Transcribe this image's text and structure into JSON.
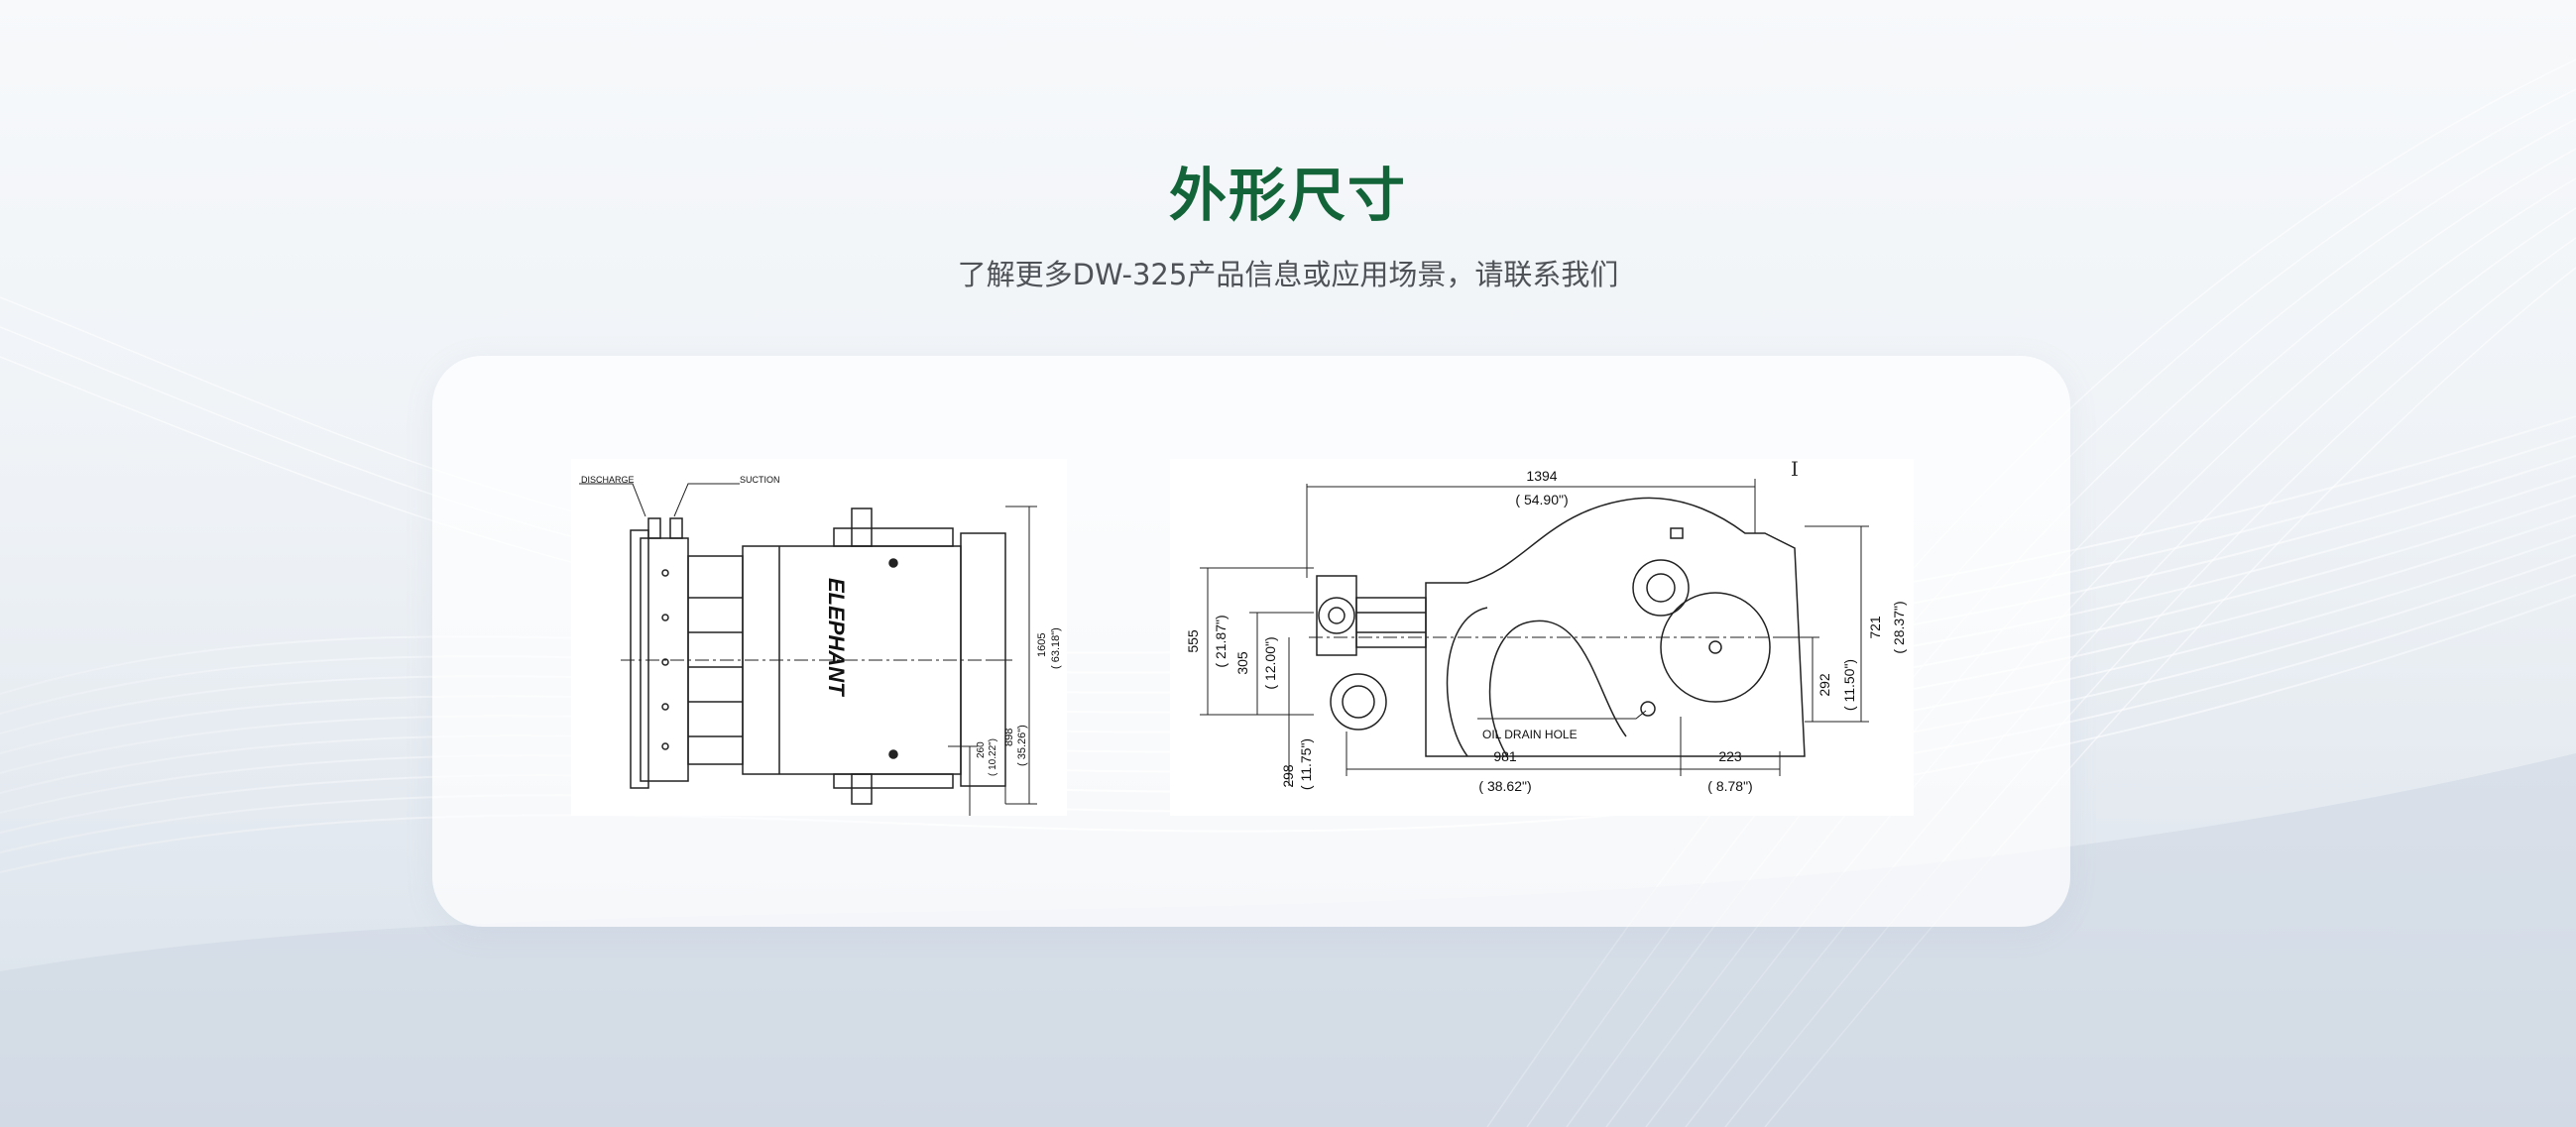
{
  "section": {
    "title": "外形尺寸",
    "subtitle": "了解更多DW-325产品信息或应用场景，请联系我们"
  },
  "colors": {
    "title": "#14643a",
    "subtitle": "#4f5358",
    "card_background": "#ffffff"
  },
  "drawings": {
    "side_view": {
      "labels": {
        "discharge": "DISCHARGE",
        "suction": "SUCTION",
        "brand": "ELEPHANT"
      },
      "dimensions": {
        "height_mm": "1605",
        "height_in": "( 63.18\")",
        "mid_mm": "898",
        "mid_in": "( 35.26\")",
        "low_mm": "260",
        "low_in": "( 10.22\")"
      }
    },
    "front_view": {
      "labels": {
        "oil_drain": "OIL DRAIN HOLE"
      },
      "dimensions": {
        "length_mm": "1394",
        "length_in": "( 54.90\")",
        "h555_mm": "555",
        "h555_in": "( 21.87\")",
        "h305_mm": "305",
        "h305_in": "( 12.00\")",
        "h298_mm": "298",
        "h298_in": "( 11.75\")",
        "w981_mm": "981",
        "w981_in": "( 38.62\")",
        "w223_mm": "223",
        "w223_in": "( 8.78\")",
        "h292_mm": "292",
        "h292_in": "( 11.50\")",
        "h721_mm": "721",
        "h721_in": "( 28.37\")"
      }
    },
    "cursor_glyph": "I"
  }
}
